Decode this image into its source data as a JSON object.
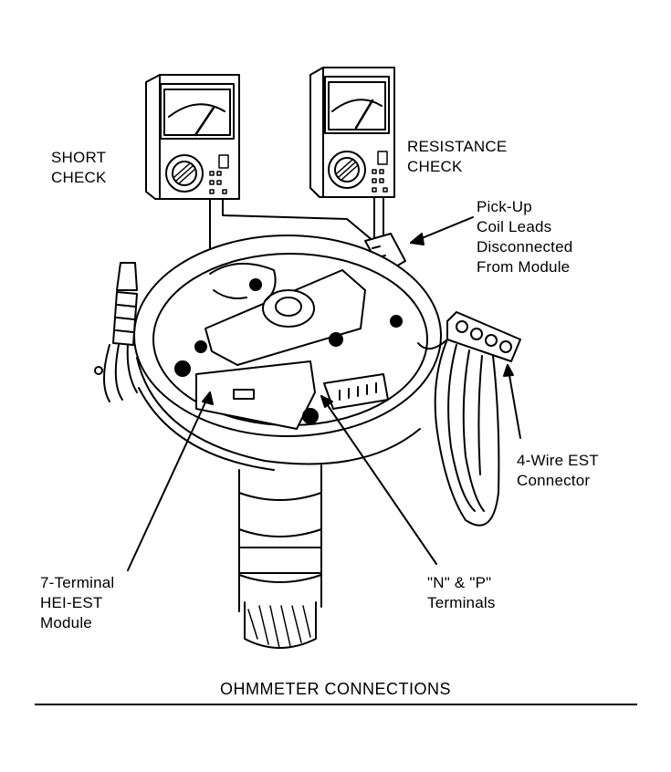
{
  "labels": {
    "short_check": "SHORT\nCHECK",
    "resistance_check": "RESISTANCE\nCHECK",
    "pickup_leads": "Pick-Up\nCoil Leads\nDisconnected\nFrom Module",
    "est_connector": "4-Wire EST\nConnector",
    "module": "7-Terminal\nHEI-EST\nModule",
    "terminals": "\"N\" & \"P\"\nTerminals"
  },
  "caption": "OHMMETER CONNECTIONS",
  "colors": {
    "ink": "#000000",
    "paper": "#ffffff"
  }
}
